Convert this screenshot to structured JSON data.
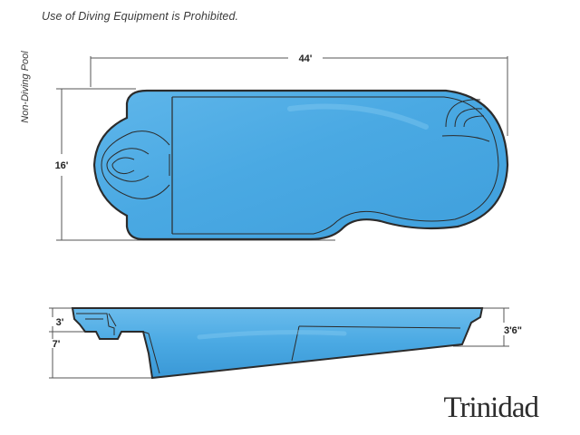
{
  "notice": "Use of Diving Equipment is Prohibited.",
  "side_label": "Non-Diving Pool",
  "model_name": "Trinidad",
  "dimensions": {
    "length": "44'",
    "width": "16'",
    "shallow_depth": "3'",
    "deep_depth": "7'",
    "end_depth": "3'6\""
  },
  "colors": {
    "water": "#4aa9e3",
    "water_light": "#7ec6ef",
    "outline": "#2b2b2b",
    "dimension_line": "#555555"
  }
}
